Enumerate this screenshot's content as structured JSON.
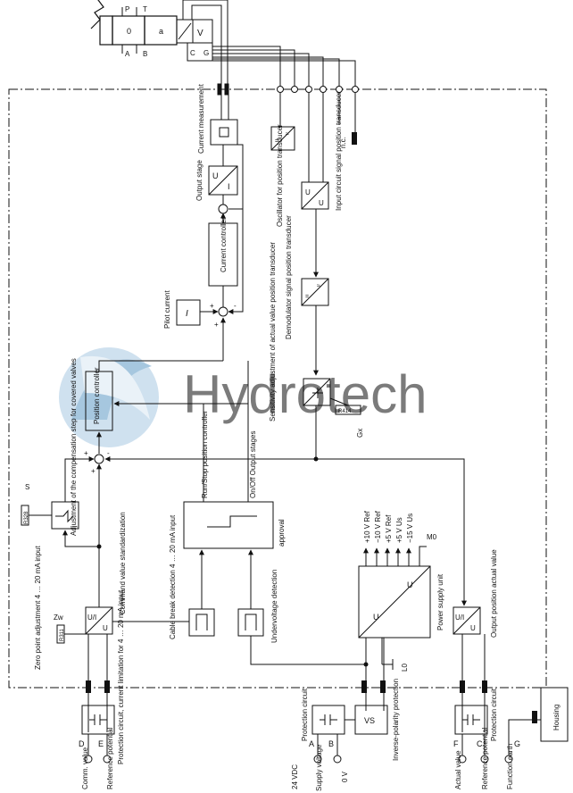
{
  "watermark": {
    "text": "Hydrotech",
    "color": "#8a8a8a",
    "logo_color": "#6fa3c9"
  },
  "valve": {
    "ports_top": [
      "P",
      "T"
    ],
    "ports_bottom": [
      "A",
      "B"
    ],
    "spool_left": "0",
    "spool_right": "a",
    "transducer_letters": [
      "C",
      "G"
    ]
  },
  "blocks": {
    "current_measurement": "Current measurement",
    "output_stage": "Output stage",
    "output_stage_u": "U",
    "output_stage_i": "I",
    "current_controller": "Current controller",
    "pilot_current": "Pilot current",
    "pilot_current_symbol": "I",
    "position_controller": "Position controller",
    "run_stop": "Run/Stop position controller",
    "on_off": "On/Off Output stages",
    "approval": "approval",
    "oscillator": "Oscillator for position transducer",
    "input_circuit": "Input circuit signal position transducer",
    "nc": "n.c.",
    "demodulator": "Demodulator signal position transducer",
    "sensitivity": "Sensitivity adjustment of actual value position transducer",
    "gx": "Gx",
    "gx_code": "R414",
    "compensation": "Adjustment of the compensation step for covered valves",
    "s_label": "S",
    "s_code": "R328",
    "command_std": "Command value standardization",
    "zero_point": "Zero point adjustment 4 … 20 mA input",
    "zw_label": "Zw",
    "zw_code": "R311",
    "cable_break": "Cable break detection 4 … 20 mA input",
    "undervoltage": "Undervoltage detection",
    "power_supply": "Power supply unit",
    "psu_u1": "U",
    "psu_u2": "U",
    "m0": "M0",
    "l0": "L0",
    "output_actual": "Output position actual value",
    "ui_label": "U/I",
    "u_label": "U",
    "housing": "Housing",
    "vs": "VS",
    "inverse_polarity": "Inverse-polarity protection",
    "protection_circuit_current": "Protection circuit, current limitation for 4 … 20 mA input",
    "protection_circuit": "Protection circuit"
  },
  "supplies": [
    "+10 V Ref",
    "−10 V Ref",
    "+5 V Ref",
    "+5 V Us",
    "−15 V Us"
  ],
  "pins": {
    "D": "D",
    "E": "E",
    "A": "A",
    "B": "B",
    "F": "F",
    "C": "C",
    "G": "G",
    "comm_value": "Comm. value",
    "reference_potential": "Reference potential",
    "v24": "24 VDC",
    "supply_voltage": "Supply voltage",
    "v0": "0 V",
    "actual_value": "Actual value",
    "reference_potential2": "Reference potential",
    "function_earth": "Function earth"
  }
}
